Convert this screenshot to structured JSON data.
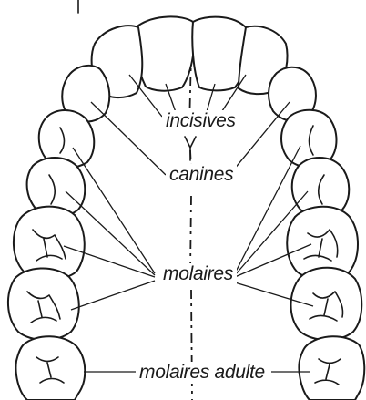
{
  "labels": {
    "incisives": "incisives",
    "canines": "canines",
    "molaires": "molaires",
    "molaires_adulte": "molaires adulte"
  },
  "colors": {
    "line": "#1a1a1a",
    "background": "#ffffff"
  }
}
